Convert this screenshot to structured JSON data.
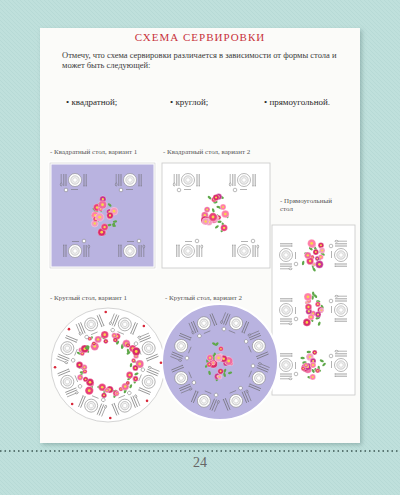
{
  "diagram": {
    "title": "СХЕМА СЕРВИРОВКИ",
    "labels": [
      "Отмечу, что схема сервировки различается в зависимости от формы стола и может быть следующей:",
      "• квадратной;",
      "• круглой;",
      "• прямоугольной.",
      "- Квадратный стол, вариант 1",
      "- Квадратный стол, вариант 2",
      "- Прямоугольный стол",
      "- Круглый стол, вариант 1",
      "- Круглый стол, вариант 2",
      "24"
    ]
  }
}
